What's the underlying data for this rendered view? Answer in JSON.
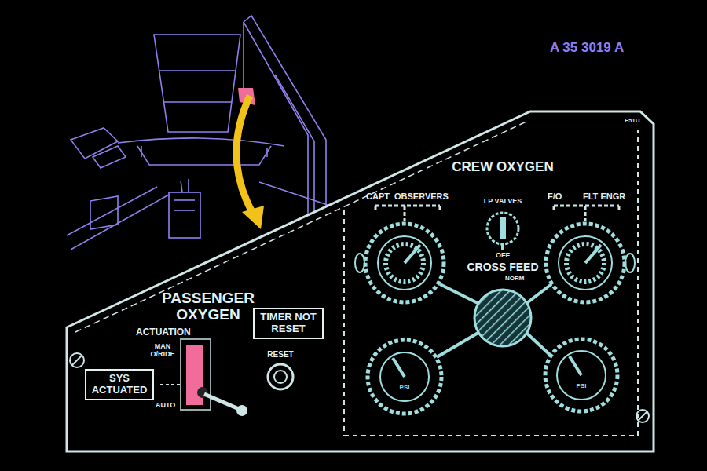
{
  "diagram": {
    "nodes": [
      {
        "text": [
          "SYS ACTUATED"
        ]
      },
      {
        "text": [
          "TIMER NOT RESET"
        ]
      }
    ],
    "labels": [
      "A 35 3019 A",
      "F51U",
      "CREW OXYGEN",
      "CAPT",
      "OBSERVERS",
      "LP VALVES",
      "F/O",
      "FLT ENGR",
      "OFF",
      "CROSS FEED",
      "NORM",
      "PASSENGER OXYGEN",
      "ACTUATION",
      "MAN O/RIDE",
      "AUTO",
      "RESET",
      "PSI",
      "PSI"
    ]
  }
}
